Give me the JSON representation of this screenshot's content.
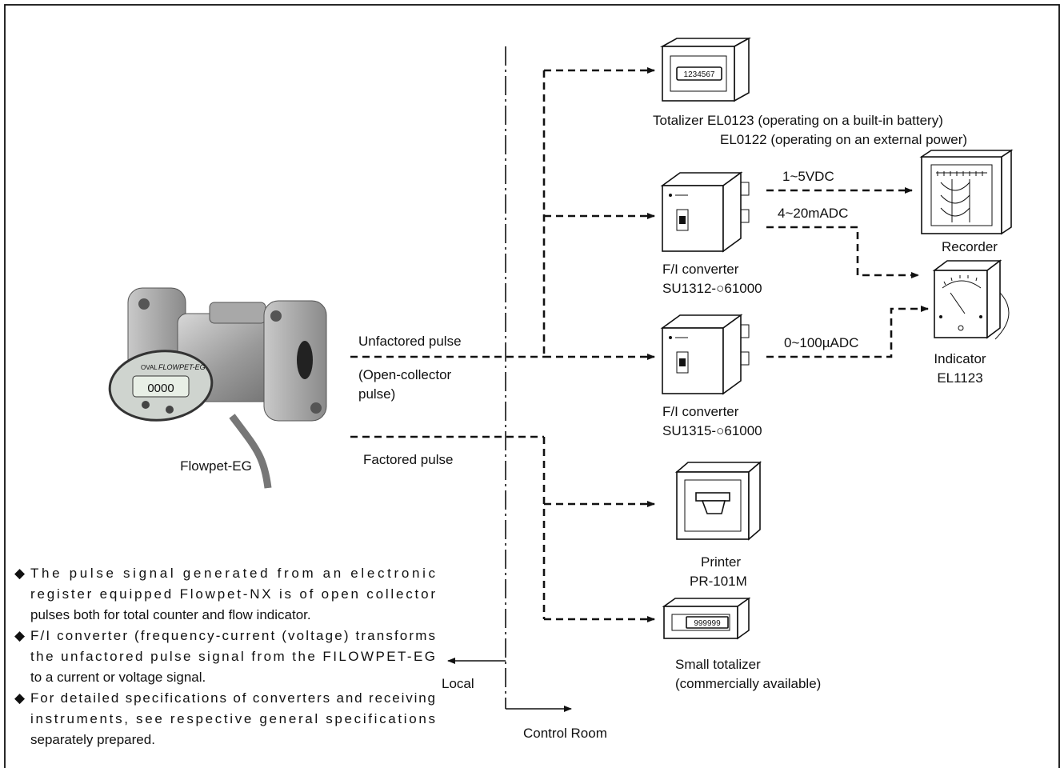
{
  "flowmeter": {
    "label": "Flowpet-EG",
    "badge": "FLOWPET-EG",
    "brand": "OVAL"
  },
  "signals": {
    "unfactored": "Unfactored pulse",
    "open_collector_1": "(Open-collector",
    "open_collector_2": " pulse)",
    "factored": "Factored pulse",
    "v_1_5": "1~5VDC",
    "ma_4_20": "4~20mADC",
    "ua_0_100": "0~100µADC"
  },
  "devices": {
    "totalizer_line1": "Totalizer EL0123 (operating on a built-in battery)",
    "totalizer_line2": "EL0122 (operating on an external power)",
    "totalizer_display": "1234567",
    "fi1_line1": "F/I converter",
    "fi1_line2": "SU1312-○61000",
    "fi2_line1": "F/I converter",
    "fi2_line2": "SU1315-○61000",
    "recorder": "Recorder",
    "indicator_line1": "Indicator",
    "indicator_line2": "EL1123",
    "printer_line1": "Printer",
    "printer_line2": "PR-101M",
    "small_totalizer_line1": "Small totalizer",
    "small_totalizer_line2": "(commercially available)",
    "small_totalizer_display": "999999"
  },
  "zones": {
    "local": "Local",
    "control_room": "Control Room"
  },
  "notes": [
    {
      "bullet": "◆",
      "lines": [
        "The pulse signal generated from an electronic",
        "register equipped Flowpet-NX is of open collector",
        "pulses both for total counter and flow indicator."
      ]
    },
    {
      "bullet": "◆",
      "lines": [
        "F/I converter (frequency-current (voltage) transforms",
        "the unfactored pulse signal from the FILOWPET-EG",
        "to a current or voltage signal."
      ]
    },
    {
      "bullet": "◆",
      "lines": [
        "For detailed specifications of converters and receiving",
        "instruments, see respective general specifications",
        "separately prepared."
      ]
    }
  ]
}
